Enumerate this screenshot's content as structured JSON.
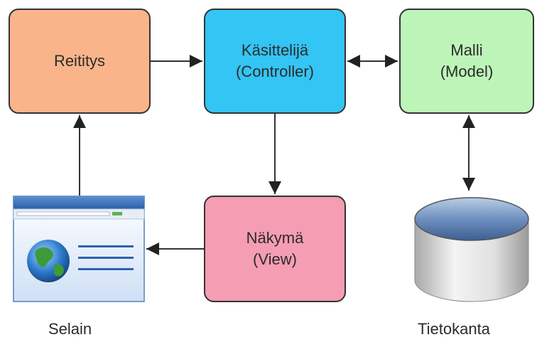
{
  "diagram": {
    "routing": {
      "line1": "Reititys"
    },
    "controller": {
      "line1": "Käsittelijä",
      "line2": "(Controller)"
    },
    "model": {
      "line1": "Malli",
      "line2": "(Model)"
    },
    "view": {
      "line1": "Näkymä",
      "line2": "(View)"
    },
    "browser": {
      "label": "Selain"
    },
    "database": {
      "label": "Tietokanta"
    }
  },
  "colors": {
    "routing": "#f9b48a",
    "controller": "#33c5f4",
    "model": "#bdf5b8",
    "view": "#f59db3",
    "arrow": "#333333"
  },
  "icons": [
    "browser-window-icon",
    "database-cylinder-icon"
  ]
}
